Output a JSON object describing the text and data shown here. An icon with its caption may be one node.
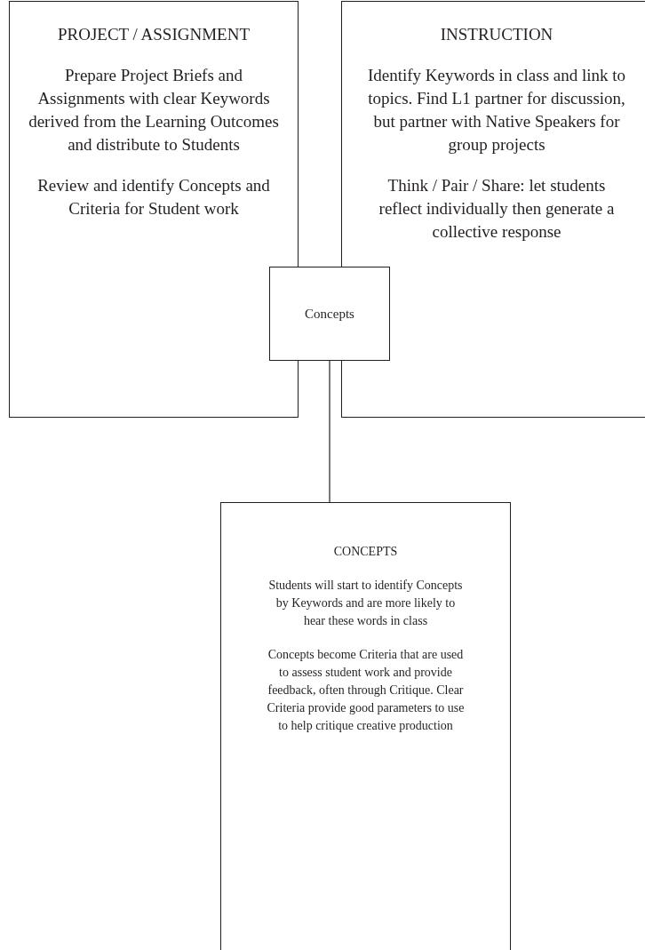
{
  "diagram": {
    "nodes": [
      {
        "text": [
          "PROJECT / ASSIGNMENT",
          "Prepare Project Briefs and Assignments with clear Keywords derived from the Learning Outcomes and distribute to Students",
          "Review and identify Concepts and Criteria for Student work"
        ]
      },
      {
        "text": [
          "INSTRUCTION",
          "Identify Keywords in class and link to topics. Find L1 partner for discussion, but partner with Native Speakers for group projects",
          "Think / Pair / Share: let students reflect individually then generate a collective response"
        ]
      },
      {
        "text": [
          "Concepts"
        ]
      },
      {
        "text": [
          "CONCEPTS",
          "Students will start to identify Concepts by Keywords and are more likely to hear these words in class",
          "Concepts become Criteria that are used to assess student work and provide feedback, often through Critique. Clear Criteria provide good parameters to use to help critique creative production"
        ]
      }
    ],
    "edges": [
      {
        "from": 2,
        "to": 3,
        "arrow": "none"
      }
    ]
  }
}
